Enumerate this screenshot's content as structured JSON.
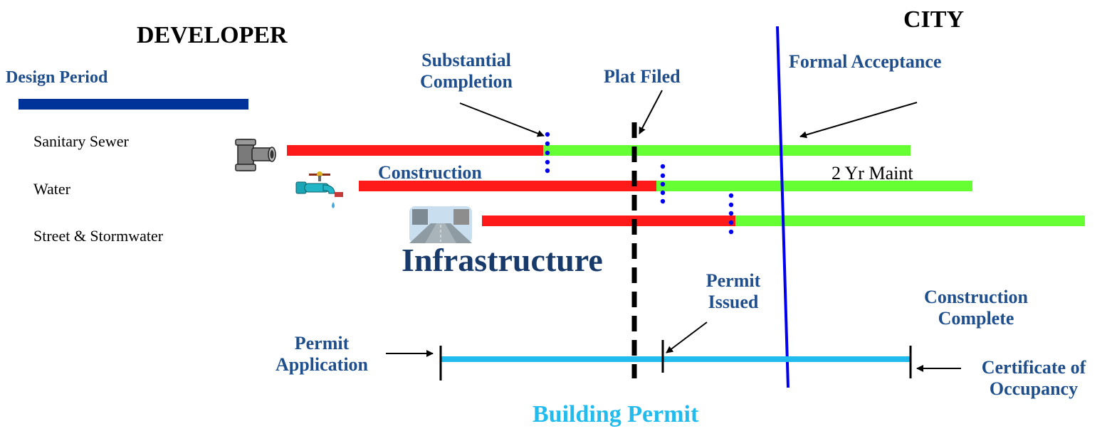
{
  "headers": {
    "developer": "DEVELOPER",
    "city": "CITY"
  },
  "design_period": {
    "label": "Design Period"
  },
  "utilities": [
    "Sanitary Sewer",
    "Water",
    "Street & Stormwater"
  ],
  "milestones": {
    "substantial_completion": [
      "Substantial",
      "Completion"
    ],
    "plat_filed": "Plat Filed",
    "formal_acceptance": "Formal Acceptance",
    "construction": "Construction",
    "maintenance": "2 Yr Maint"
  },
  "infrastructure_title": "Infrastructure",
  "building_permit": {
    "title": "Building Permit",
    "permit_application": [
      "Permit",
      "Application"
    ],
    "permit_issued": [
      "Permit",
      "Issued"
    ],
    "construction_complete": [
      "Construction",
      "Complete"
    ],
    "certificate_of_occupancy": [
      "Certificate of",
      "Occupancy"
    ]
  },
  "icons": [
    "pipe-fitting-icon",
    "water-faucet-icon",
    "street-photo-icon"
  ],
  "colors": {
    "construction": "#ff1a1a",
    "maintenance": "#66ff33",
    "design": "#003399",
    "acceptance_line": "#0000ee",
    "building_permit": "#22bbee",
    "label_blue": "#1f4e8c",
    "completion_dots": "#0000ee"
  }
}
